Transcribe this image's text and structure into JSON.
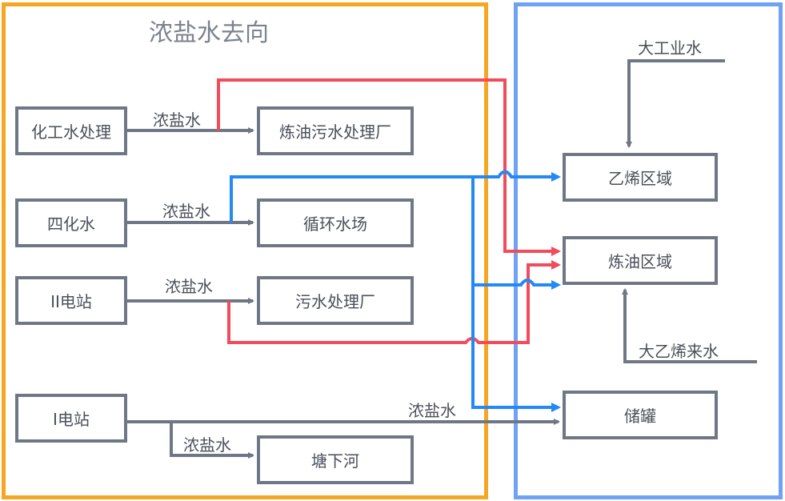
{
  "title": "浓盐水去向",
  "colors": {
    "left_frame": "#f5a623",
    "right_frame": "#6fa1f5",
    "gray": "#6f7787",
    "red": "#f24b5b",
    "blue": "#2389f5"
  },
  "sources": {
    "huagong": "化工水处理",
    "sihua": "四化水",
    "ii_station": "II电站",
    "i_station": "I电站"
  },
  "destinations": {
    "refinery_wastewater": "炼油污水处理厂",
    "circulating": "循环水场",
    "wastewater": "污水处理厂",
    "tangxia": "塘下河"
  },
  "areas": {
    "ethylene": "乙烯区域",
    "refinery": "炼油区域",
    "tank": "储罐"
  },
  "external": {
    "da_gongye": "大工业水",
    "da_yixi": "大乙烯来水"
  },
  "flow_label": "浓盐水"
}
